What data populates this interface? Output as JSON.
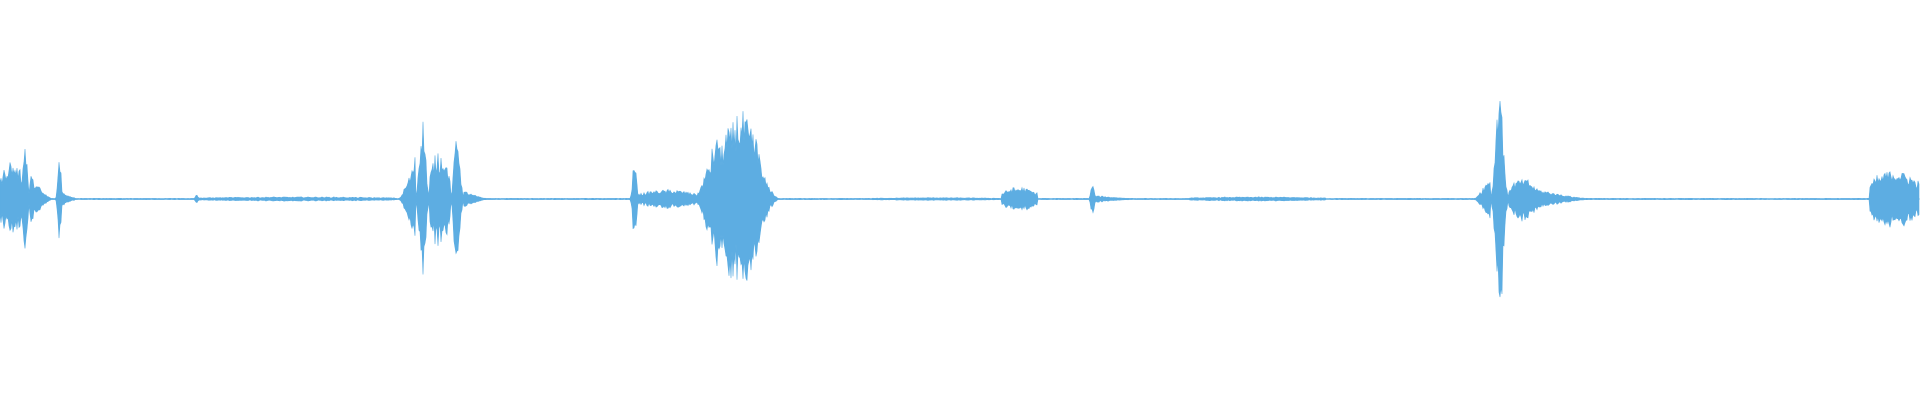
{
  "waveform": {
    "color": "#5dade2",
    "background": "#ffffff",
    "baseline_level": 0.005,
    "segments": [
      {
        "start": 0.0,
        "end": 0.012,
        "amp": 0.32,
        "shape": "burst"
      },
      {
        "start": 0.01,
        "end": 0.016,
        "amp": 0.55,
        "shape": "spike"
      },
      {
        "start": 0.016,
        "end": 0.028,
        "amp": 0.22,
        "shape": "decay"
      },
      {
        "start": 0.029,
        "end": 0.033,
        "amp": 0.4,
        "shape": "spike"
      },
      {
        "start": 0.033,
        "end": 0.042,
        "amp": 0.06,
        "shape": "decay"
      },
      {
        "start": 0.101,
        "end": 0.104,
        "amp": 0.05,
        "shape": "spike"
      },
      {
        "start": 0.104,
        "end": 0.205,
        "amp": 0.018,
        "shape": "flat"
      },
      {
        "start": 0.208,
        "end": 0.216,
        "amp": 0.35,
        "shape": "rise"
      },
      {
        "start": 0.216,
        "end": 0.224,
        "amp": 0.74,
        "shape": "spike"
      },
      {
        "start": 0.224,
        "end": 0.234,
        "amp": 0.42,
        "shape": "burst"
      },
      {
        "start": 0.234,
        "end": 0.242,
        "amp": 0.6,
        "shape": "spike"
      },
      {
        "start": 0.242,
        "end": 0.256,
        "amp": 0.07,
        "shape": "decay"
      },
      {
        "start": 0.328,
        "end": 0.333,
        "amp": 0.32,
        "shape": "spike"
      },
      {
        "start": 0.333,
        "end": 0.362,
        "amp": 0.08,
        "shape": "flat"
      },
      {
        "start": 0.362,
        "end": 0.374,
        "amp": 0.62,
        "shape": "rise"
      },
      {
        "start": 0.374,
        "end": 0.396,
        "amp": 0.72,
        "shape": "burst"
      },
      {
        "start": 0.396,
        "end": 0.406,
        "amp": 0.3,
        "shape": "decay"
      },
      {
        "start": 0.455,
        "end": 0.52,
        "amp": 0.012,
        "shape": "flat"
      },
      {
        "start": 0.522,
        "end": 0.54,
        "amp": 0.1,
        "shape": "burst"
      },
      {
        "start": 0.567,
        "end": 0.571,
        "amp": 0.14,
        "shape": "spike"
      },
      {
        "start": 0.571,
        "end": 0.598,
        "amp": 0.03,
        "shape": "decay"
      },
      {
        "start": 0.62,
        "end": 0.69,
        "amp": 0.018,
        "shape": "flat"
      },
      {
        "start": 0.768,
        "end": 0.776,
        "amp": 0.2,
        "shape": "rise"
      },
      {
        "start": 0.776,
        "end": 0.786,
        "amp": 1.0,
        "shape": "spike"
      },
      {
        "start": 0.786,
        "end": 0.8,
        "amp": 0.18,
        "shape": "burst"
      },
      {
        "start": 0.8,
        "end": 0.832,
        "amp": 0.09,
        "shape": "decay"
      },
      {
        "start": 0.974,
        "end": 1.0,
        "amp": 0.26,
        "shape": "burst"
      }
    ]
  }
}
